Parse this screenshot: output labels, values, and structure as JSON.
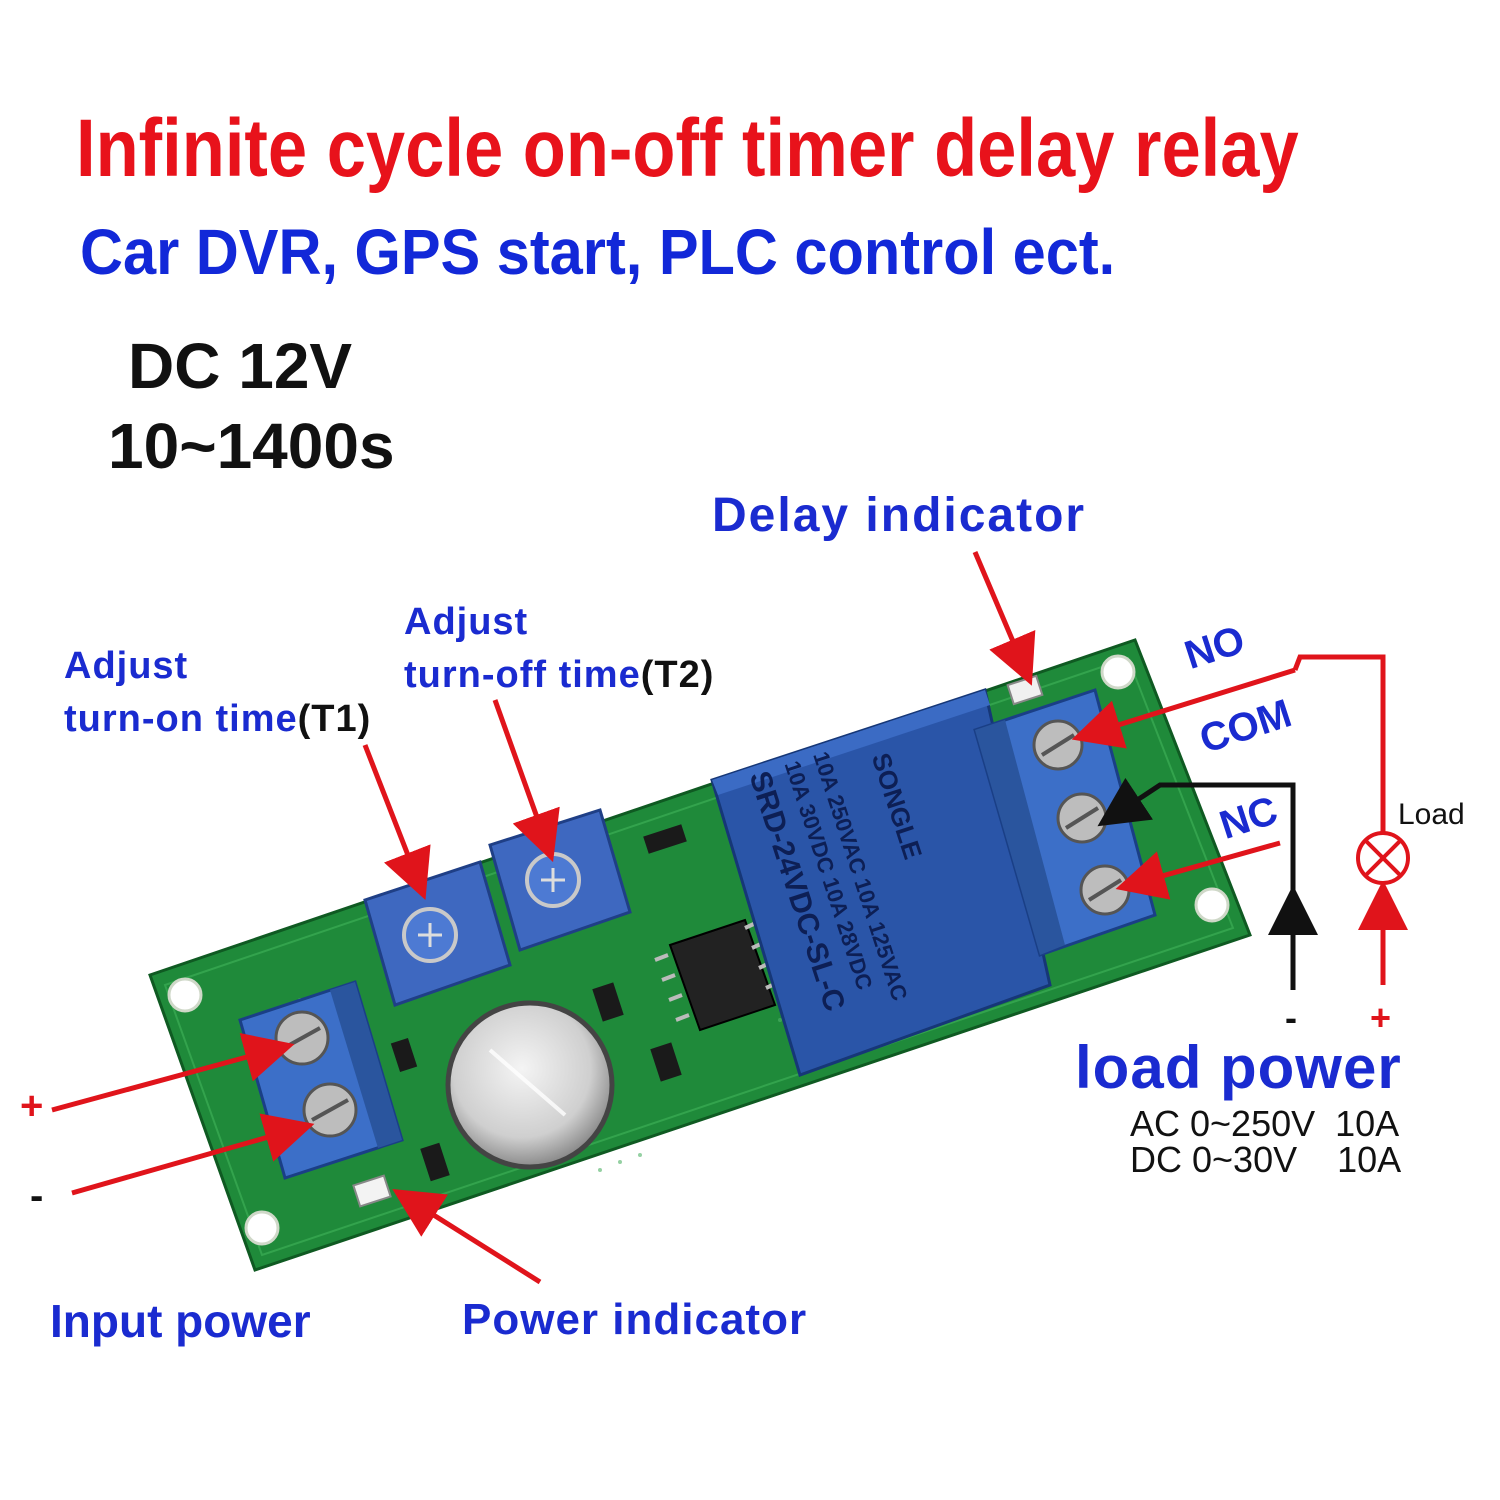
{
  "title": "Infinite cycle on-off timer delay relay",
  "subtitle": "Car DVR, GPS start, PLC control ect.",
  "specs": {
    "voltage": "DC 12V",
    "range": "10~1400s"
  },
  "labels": {
    "delay_indicator": "Delay indicator",
    "adjust_t1_line1": "Adjust",
    "adjust_t1_line2": "turn-on time",
    "t1": "(T1)",
    "adjust_t2_line1": "Adjust",
    "adjust_t2_line2": "turn-off time",
    "t2": "(T2)",
    "input_power": "Input power",
    "power_indicator": "Power indicator",
    "plus": "+",
    "minus": "-",
    "no": "NO",
    "com": "COM",
    "nc": "NC",
    "load": "Load",
    "load_minus": "-",
    "load_plus": "+",
    "load_power": "load power",
    "ac_rating": "AC 0~250V  10A",
    "dc_rating": "DC 0~30V    10A"
  },
  "relay_markings": {
    "brand": "SONGLE",
    "model": "SRD-24VDC-SL-C",
    "rating1": "10A 250VAC  10A 125VAC",
    "rating2": "10A 30VDC  10A 28VDC"
  },
  "colors": {
    "title": "#e8121b",
    "subtitle": "#1228d8",
    "label_blue": "#1a2bd0",
    "arrow_red": "#e0141b",
    "pcb_green": "#1f8a3a",
    "relay_blue": "#2a55a8"
  }
}
